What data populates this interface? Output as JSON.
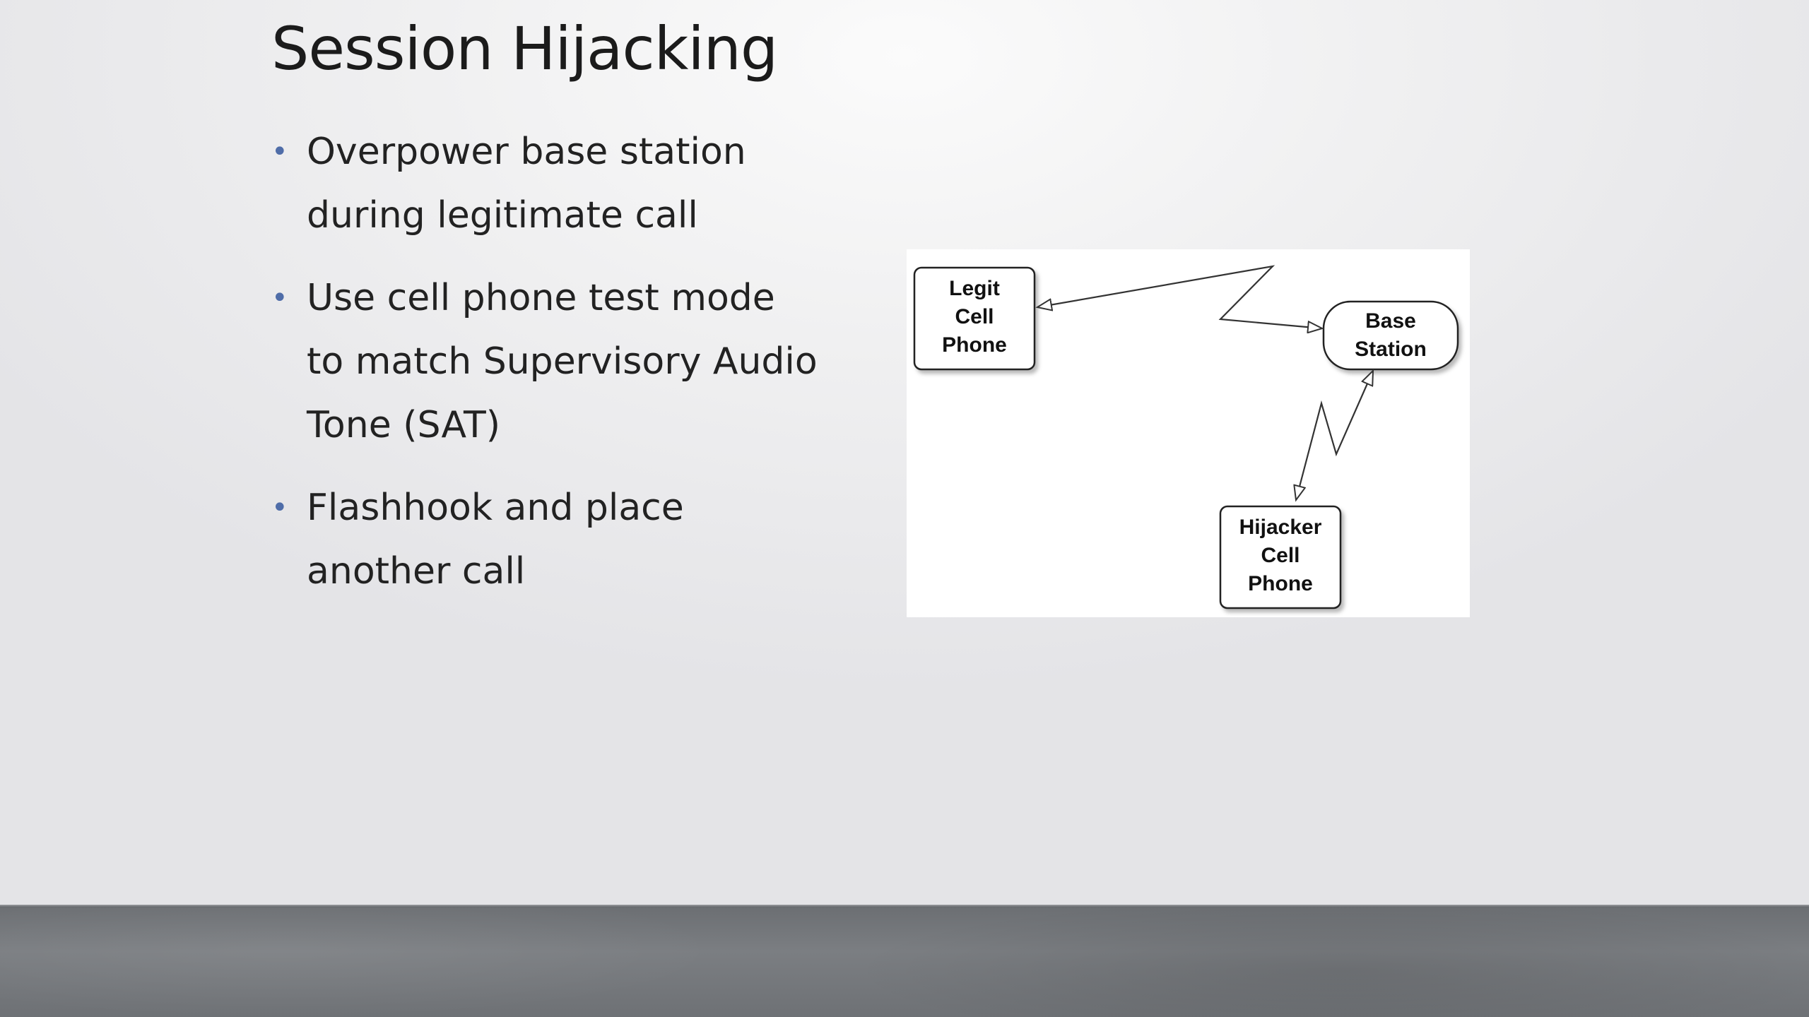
{
  "slide": {
    "title": "Session Hijacking",
    "bullets": [
      {
        "line1": "Overpower base station",
        "line2": "during legitimate call",
        "line3": ""
      },
      {
        "line1": "Use cell phone test mode",
        "line2": "to match Supervisory Audio",
        "line3": "Tone (SAT)"
      },
      {
        "line1": "Flashhook and place",
        "line2": "another call",
        "line3": ""
      }
    ],
    "bullet_glyph": "•",
    "bullet_color": "#4f6da8"
  },
  "diagram": {
    "nodes": {
      "legit": {
        "line1": "Legit",
        "line2": "Cell",
        "line3": "Phone"
      },
      "base": {
        "line1": "Base",
        "line2": "Station"
      },
      "hijacker": {
        "line1": "Hijacker",
        "line2": "Cell",
        "line3": "Phone"
      }
    },
    "links": [
      {
        "from": "legit",
        "to": "base",
        "style": "lightning-bidirectional"
      },
      {
        "from": "hijacker",
        "to": "base",
        "style": "lightning-bidirectional"
      }
    ]
  }
}
